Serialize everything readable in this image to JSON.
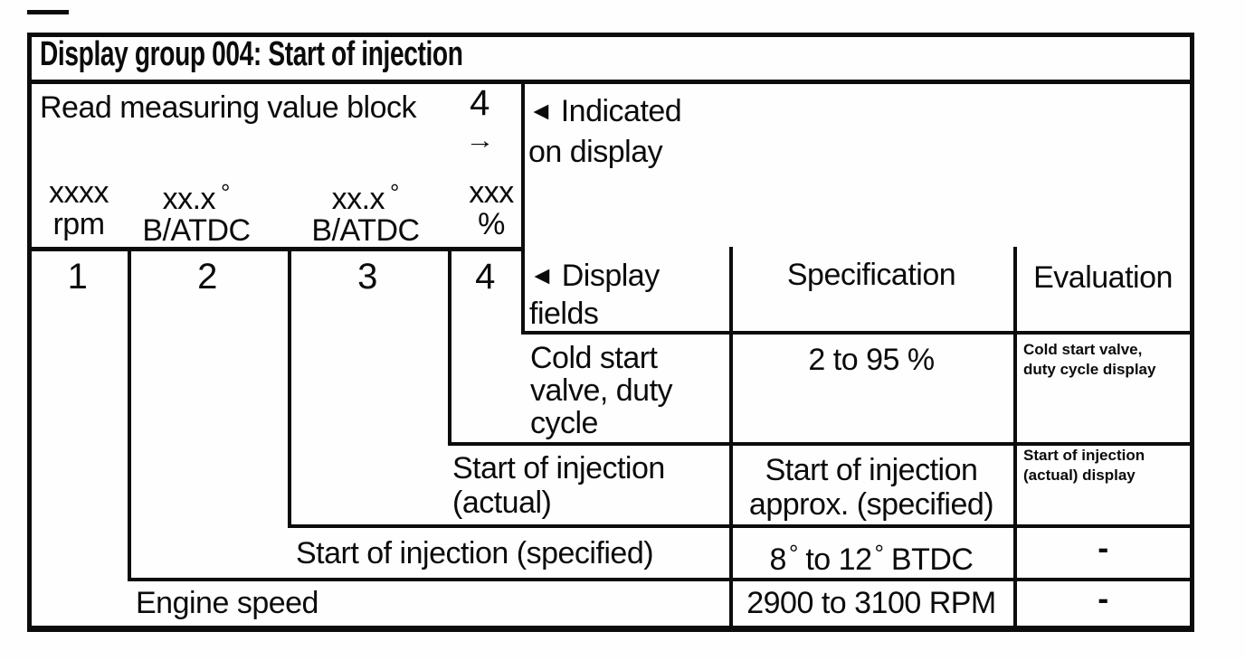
{
  "title": "Display group 004: Start of injection",
  "measuring_block": {
    "read_label": "Read measuring value block",
    "block_number": "4",
    "arrow_symbol": "→",
    "units": [
      {
        "format": "xxxx",
        "unit": "rpm"
      },
      {
        "format": "xx.x",
        "degree": "°",
        "unit": "B/ATDC"
      },
      {
        "format": "xx.x",
        "degree": "°",
        "unit": "B/ATDC"
      },
      {
        "format": "xxx",
        "unit": "%"
      }
    ],
    "indicated_note": {
      "marker": "◄",
      "line1": "Indicated",
      "line2": "on display"
    }
  },
  "table": {
    "field_numbers": [
      "1",
      "2",
      "3",
      "4"
    ],
    "display_fields_note": {
      "marker": "◄",
      "line1": "Display",
      "line2": "fields"
    },
    "headers": {
      "specification": "Specification",
      "evaluation": "Evaluation"
    },
    "rows": [
      {
        "label_lines": [
          "Cold start",
          "valve, duty",
          "cycle"
        ],
        "spec": "2 to 95 %",
        "eval_lines": [
          "Cold start valve,",
          "duty cycle display"
        ]
      },
      {
        "label_lines": [
          "Start of injection",
          "(actual)"
        ],
        "spec_lines": [
          "Start of injection",
          "approx. (specified)"
        ],
        "eval_lines": [
          "Start of injection",
          "(actual) display"
        ]
      },
      {
        "label": "Start of injection (specified)",
        "spec_parts": {
          "p1": "8",
          "deg1": "°",
          "p2": "to 12",
          "deg2": "°",
          "p3": "BTDC"
        },
        "eval": "-"
      },
      {
        "label": "Engine speed",
        "spec": "2900 to 3100 RPM",
        "eval": "-"
      }
    ]
  }
}
